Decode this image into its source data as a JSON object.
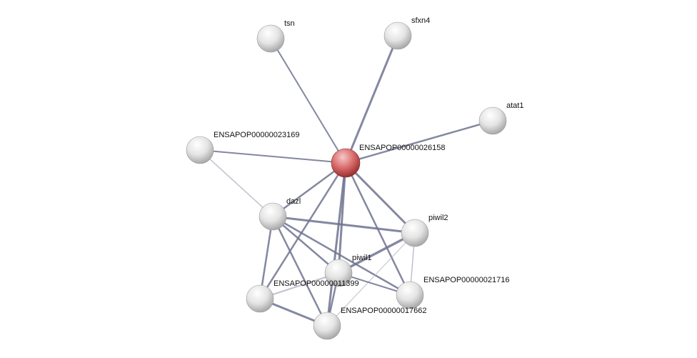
{
  "network": {
    "nodes": [
      {
        "id": "tsn",
        "label": "tsn"
      },
      {
        "id": "sfxn4",
        "label": "sfxn4"
      },
      {
        "id": "atat1",
        "label": "atat1"
      },
      {
        "id": "n23169",
        "label": "ENSAPOP00000023169"
      },
      {
        "id": "n26158",
        "label": "ENSAPOP00000026158",
        "query": true
      },
      {
        "id": "dazl",
        "label": "dazl"
      },
      {
        "id": "piwil2",
        "label": "piwil2"
      },
      {
        "id": "n11399",
        "label": "ENSAPOP00000011399"
      },
      {
        "id": "piwil1",
        "label": "piwil1"
      },
      {
        "id": "n21716",
        "label": "ENSAPOP00000021716"
      },
      {
        "id": "n17662",
        "label": "ENSAPOP00000017662"
      }
    ],
    "edges": [
      {
        "a": "n26158",
        "b": "tsn",
        "w": 2
      },
      {
        "a": "n26158",
        "b": "sfxn4",
        "w": 3
      },
      {
        "a": "n26158",
        "b": "atat1",
        "w": 2.5
      },
      {
        "a": "n26158",
        "b": "n23169",
        "w": 2
      },
      {
        "a": "n26158",
        "b": "dazl",
        "w": 2.5
      },
      {
        "a": "n26158",
        "b": "piwil2",
        "w": 3
      },
      {
        "a": "n26158",
        "b": "piwil1",
        "w": 3
      },
      {
        "a": "n26158",
        "b": "n21716",
        "w": 2.5
      },
      {
        "a": "n26158",
        "b": "n17662",
        "w": 3
      },
      {
        "a": "n26158",
        "b": "n11399",
        "w": 2.5
      },
      {
        "a": "n23169",
        "b": "dazl",
        "w": 1.5,
        "light": true
      },
      {
        "a": "dazl",
        "b": "piwil2",
        "w": 3
      },
      {
        "a": "dazl",
        "b": "piwil1",
        "w": 2.5
      },
      {
        "a": "dazl",
        "b": "n21716",
        "w": 2.5
      },
      {
        "a": "dazl",
        "b": "n11399",
        "w": 2.5
      },
      {
        "a": "dazl",
        "b": "n17662",
        "w": 2.5
      },
      {
        "a": "piwil2",
        "b": "piwil1",
        "w": 3.5
      },
      {
        "a": "piwil2",
        "b": "n21716",
        "w": 1.5,
        "light": true
      },
      {
        "a": "piwil2",
        "b": "n17662",
        "w": 1,
        "light": true
      },
      {
        "a": "piwil1",
        "b": "n11399",
        "w": 2,
        "light": true
      },
      {
        "a": "piwil1",
        "b": "n17662",
        "w": 2.5
      },
      {
        "a": "piwil1",
        "b": "n21716",
        "w": 2
      },
      {
        "a": "n11399",
        "b": "n17662",
        "w": 3
      }
    ],
    "colors": {
      "edge": "#6e7390",
      "edge_light": "#b4b6c4",
      "node": "#e8e8e8",
      "query": "#d96a6a"
    }
  }
}
